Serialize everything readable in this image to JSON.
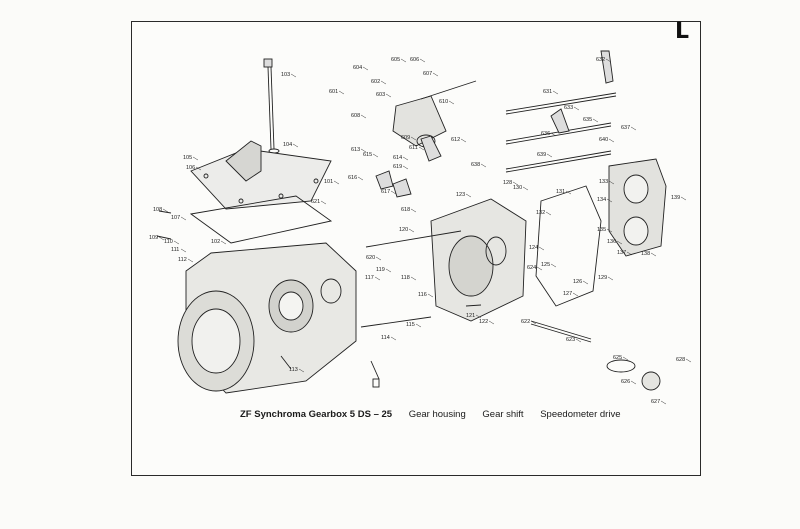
{
  "page": {
    "corner_letter": "L"
  },
  "caption": {
    "title": "ZF Synchroma Gearbox 5 DS – 25",
    "items": [
      "Gear housing",
      "Gear shift",
      "Speedometer drive"
    ]
  },
  "callouts": [
    {
      "id": "p601",
      "label": "601"
    },
    {
      "id": "p602",
      "label": "602"
    },
    {
      "id": "p603",
      "label": "603"
    },
    {
      "id": "p604",
      "label": "604"
    },
    {
      "id": "p605",
      "label": "605"
    },
    {
      "id": "p606",
      "label": "606"
    },
    {
      "id": "p607",
      "label": "607"
    },
    {
      "id": "p608",
      "label": "608"
    },
    {
      "id": "p609",
      "label": "609"
    },
    {
      "id": "p610",
      "label": "610"
    },
    {
      "id": "p611",
      "label": "611"
    },
    {
      "id": "p612",
      "label": "612"
    },
    {
      "id": "p613",
      "label": "613"
    },
    {
      "id": "p614",
      "label": "614"
    },
    {
      "id": "p615",
      "label": "615"
    },
    {
      "id": "p616",
      "label": "616"
    },
    {
      "id": "p617",
      "label": "617"
    },
    {
      "id": "p618",
      "label": "618"
    },
    {
      "id": "p619",
      "label": "619"
    },
    {
      "id": "p620",
      "label": "620"
    },
    {
      "id": "p621",
      "label": "621"
    },
    {
      "id": "p622",
      "label": "622"
    },
    {
      "id": "p623",
      "label": "623"
    },
    {
      "id": "p624",
      "label": "624"
    },
    {
      "id": "p625",
      "label": "625"
    },
    {
      "id": "p626",
      "label": "626"
    },
    {
      "id": "p627",
      "label": "627"
    },
    {
      "id": "p628",
      "label": "628"
    },
    {
      "id": "p631",
      "label": "631"
    },
    {
      "id": "p632",
      "label": "632"
    },
    {
      "id": "p633",
      "label": "633"
    },
    {
      "id": "p635",
      "label": "635"
    },
    {
      "id": "p636",
      "label": "636"
    },
    {
      "id": "p637",
      "label": "637"
    },
    {
      "id": "p638",
      "label": "638"
    },
    {
      "id": "p639",
      "label": "639"
    },
    {
      "id": "p640",
      "label": "640"
    },
    {
      "id": "p101",
      "label": "101"
    },
    {
      "id": "p102",
      "label": "102"
    },
    {
      "id": "p103",
      "label": "103"
    },
    {
      "id": "p104",
      "label": "104"
    },
    {
      "id": "p105",
      "label": "105"
    },
    {
      "id": "p106",
      "label": "106"
    },
    {
      "id": "p107",
      "label": "107"
    },
    {
      "id": "p108",
      "label": "108"
    },
    {
      "id": "p109",
      "label": "109"
    },
    {
      "id": "p110",
      "label": "110"
    },
    {
      "id": "p111",
      "label": "111"
    },
    {
      "id": "p112",
      "label": "112"
    },
    {
      "id": "p113",
      "label": "113"
    },
    {
      "id": "p114",
      "label": "114"
    },
    {
      "id": "p115",
      "label": "115"
    },
    {
      "id": "p116",
      "label": "116"
    },
    {
      "id": "p117",
      "label": "117"
    },
    {
      "id": "p118",
      "label": "118"
    },
    {
      "id": "p119",
      "label": "119"
    },
    {
      "id": "p120",
      "label": "120"
    },
    {
      "id": "p121",
      "label": "121"
    },
    {
      "id": "p122",
      "label": "122"
    },
    {
      "id": "p123",
      "label": "123"
    },
    {
      "id": "p124",
      "label": "124"
    },
    {
      "id": "p125",
      "label": "125"
    },
    {
      "id": "p126",
      "label": "126"
    },
    {
      "id": "p127",
      "label": "127"
    },
    {
      "id": "p128",
      "label": "128"
    },
    {
      "id": "p129",
      "label": "129"
    },
    {
      "id": "p130",
      "label": "130"
    },
    {
      "id": "p131",
      "label": "131"
    },
    {
      "id": "p132",
      "label": "132"
    },
    {
      "id": "p133",
      "label": "133"
    },
    {
      "id": "p134",
      "label": "134"
    },
    {
      "id": "p135",
      "label": "135"
    },
    {
      "id": "p136",
      "label": "136"
    },
    {
      "id": "p137",
      "label": "137"
    },
    {
      "id": "p138",
      "label": "138"
    },
    {
      "id": "p139",
      "label": "139"
    }
  ]
}
